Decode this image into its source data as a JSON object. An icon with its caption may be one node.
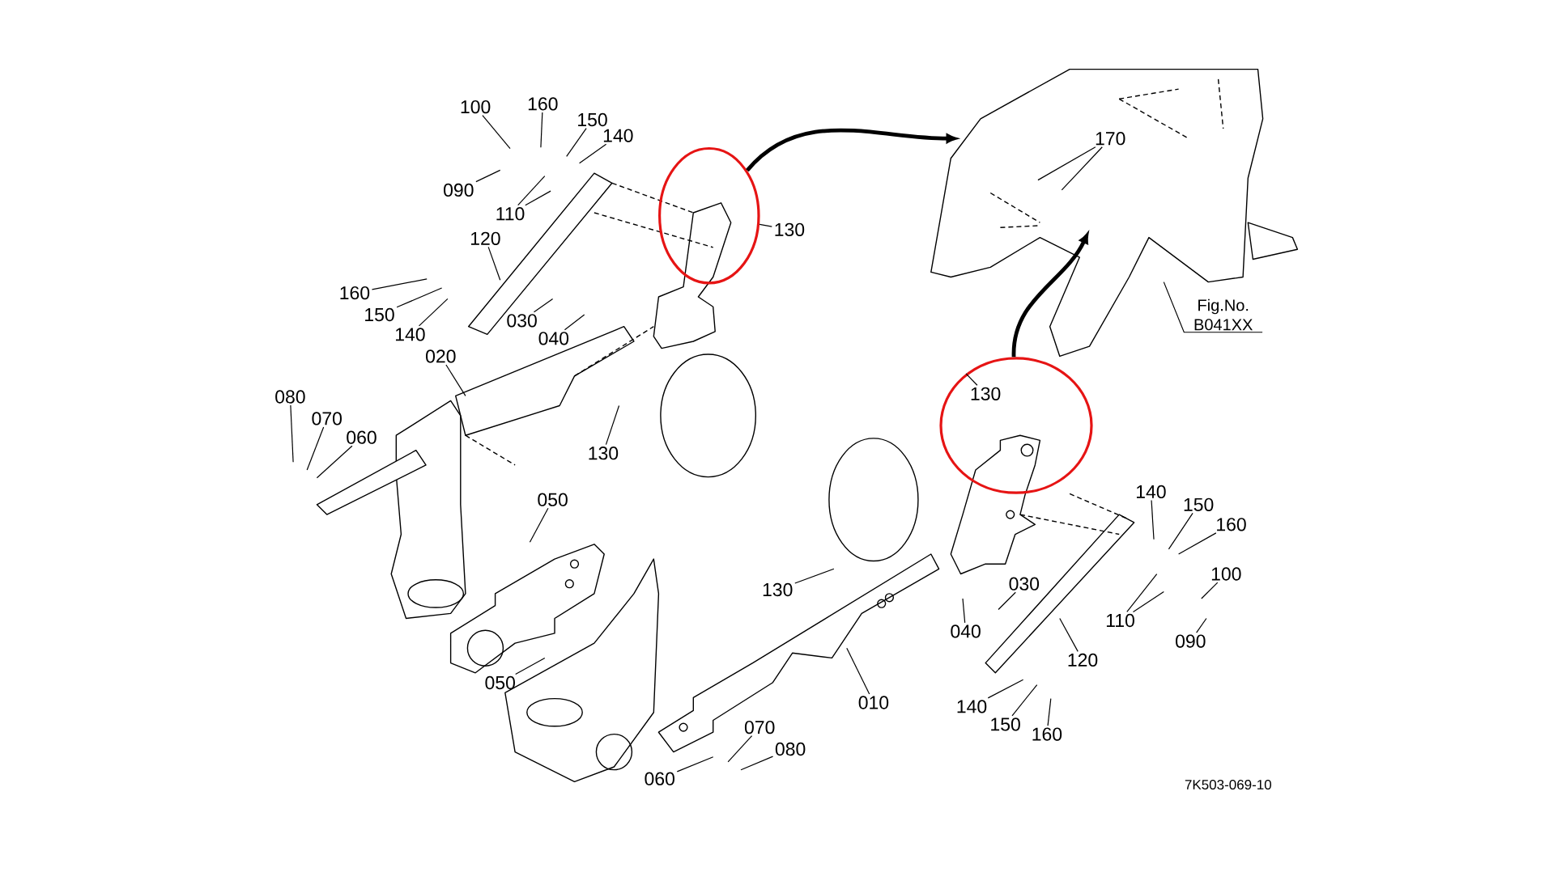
{
  "diagram": {
    "nodes": [
      {
        "text": [
          "100"
        ]
      },
      {
        "text": [
          "160"
        ]
      },
      {
        "text": [
          "150"
        ]
      },
      {
        "text": [
          "140"
        ]
      },
      {
        "text": [
          "090"
        ]
      },
      {
        "text": [
          "110"
        ]
      },
      {
        "text": [
          "130"
        ]
      },
      {
        "text": [
          "120"
        ]
      },
      {
        "text": [
          "160"
        ]
      },
      {
        "text": [
          "150"
        ]
      },
      {
        "text": [
          "140"
        ]
      },
      {
        "text": [
          "030"
        ]
      },
      {
        "text": [
          "040"
        ]
      },
      {
        "text": [
          "020"
        ]
      },
      {
        "text": [
          "130"
        ]
      },
      {
        "text": [
          "080"
        ]
      },
      {
        "text": [
          "070"
        ]
      },
      {
        "text": [
          "060"
        ]
      },
      {
        "text": [
          "050"
        ]
      },
      {
        "text": [
          "050"
        ]
      },
      {
        "text": [
          "170"
        ]
      },
      {
        "text": [
          "Fig.No. B041XX"
        ]
      },
      {
        "text": [
          "130"
        ],
        "in": 41
      },
      {
        "text": [
          "140"
        ]
      },
      {
        "text": [
          "150"
        ]
      },
      {
        "text": [
          "160"
        ]
      },
      {
        "text": [
          "100"
        ]
      },
      {
        "text": [
          "110"
        ]
      },
      {
        "text": [
          "090"
        ]
      },
      {
        "text": [
          "130"
        ]
      },
      {
        "text": [
          "030"
        ]
      },
      {
        "text": [
          "040"
        ]
      },
      {
        "text": [
          "120"
        ]
      },
      {
        "text": [
          "010"
        ]
      },
      {
        "text": [
          "140"
        ]
      },
      {
        "text": [
          "150"
        ]
      },
      {
        "text": [
          "160"
        ]
      },
      {
        "text": [
          "060"
        ]
      },
      {
        "text": [
          "070"
        ]
      },
      {
        "text": [
          "080"
        ]
      },
      {
        "text": [],
        "shape": "circle"
      },
      {
        "text": [],
        "shape": "circle"
      }
    ],
    "edges": [
      {
        "from": 0,
        "to": null,
        "arrow": "none"
      },
      {
        "from": 1,
        "to": null,
        "arrow": "none"
      },
      {
        "from": 2,
        "to": null,
        "arrow": "none"
      },
      {
        "from": 3,
        "to": null,
        "arrow": "none"
      },
      {
        "from": 4,
        "to": null,
        "arrow": "none"
      },
      {
        "from": 5,
        "to": null,
        "arrow": "none"
      },
      {
        "from": 5,
        "to": null,
        "arrow": "none"
      },
      {
        "from": 6,
        "to": 40,
        "arrow": "none"
      },
      {
        "from": 7,
        "to": null,
        "arrow": "none"
      },
      {
        "from": 8,
        "to": null,
        "arrow": "none"
      },
      {
        "from": 9,
        "to": null,
        "arrow": "none"
      },
      {
        "from": 10,
        "to": null,
        "arrow": "none"
      },
      {
        "from": 11,
        "to": null,
        "arrow": "none"
      },
      {
        "from": 12,
        "to": null,
        "arrow": "none"
      },
      {
        "from": 13,
        "to": null,
        "arrow": "none"
      },
      {
        "from": 14,
        "to": null,
        "arrow": "none"
      },
      {
        "from": 15,
        "to": null,
        "arrow": "none"
      },
      {
        "from": 16,
        "to": null,
        "arrow": "none"
      },
      {
        "from": 17,
        "to": null,
        "arrow": "none"
      },
      {
        "from": 18,
        "to": null,
        "arrow": "none"
      },
      {
        "from": 19,
        "to": null,
        "arrow": "none"
      },
      {
        "from": 20,
        "to": null,
        "arrow": "none"
      },
      {
        "from": 20,
        "to": null,
        "arrow": "none"
      },
      {
        "from": 21,
        "to": null,
        "arrow": "none"
      },
      {
        "from": 22,
        "to": 41,
        "arrow": "none"
      },
      {
        "from": 23,
        "to": null,
        "arrow": "none"
      },
      {
        "from": 24,
        "to": null,
        "arrow": "none"
      },
      {
        "from": 25,
        "to": null,
        "arrow": "none"
      },
      {
        "from": 26,
        "to": null,
        "arrow": "none"
      },
      {
        "from": 27,
        "to": null,
        "arrow": "none"
      },
      {
        "from": 27,
        "to": null,
        "arrow": "none"
      },
      {
        "from": 28,
        "to": null,
        "arrow": "none"
      },
      {
        "from": 29,
        "to": null,
        "arrow": "none"
      },
      {
        "from": 30,
        "to": null,
        "arrow": "none"
      },
      {
        "from": 31,
        "to": null,
        "arrow": "none"
      },
      {
        "from": 32,
        "to": null,
        "arrow": "none"
      },
      {
        "from": 33,
        "to": null,
        "arrow": "none"
      },
      {
        "from": 34,
        "to": null,
        "arrow": "none"
      },
      {
        "from": 35,
        "to": null,
        "arrow": "none"
      },
      {
        "from": 36,
        "to": null,
        "arrow": "none"
      },
      {
        "from": 37,
        "to": null,
        "arrow": "none"
      },
      {
        "from": 38,
        "to": null,
        "arrow": "none"
      },
      {
        "from": 39,
        "to": null,
        "arrow": "none"
      },
      {
        "from": 40,
        "to": null,
        "arrow": "to",
        "style": "thick"
      },
      {
        "from": 41,
        "to": null,
        "arrow": "to",
        "style": "thick"
      }
    ],
    "labels": [
      "7K503-069-10"
    ]
  }
}
